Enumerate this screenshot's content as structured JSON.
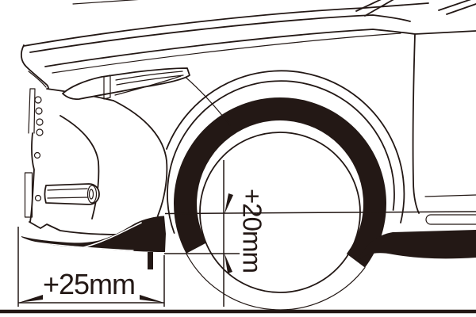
{
  "diagram": {
    "subject": "car front-quarter line drawing with black front lip spoiler and side skirt, dimension callouts",
    "dimensions": {
      "vertical_label": "+20mm",
      "horizontal_label": "+25mm"
    },
    "colors": {
      "ink": "#231815",
      "background": "#ffffff"
    }
  }
}
